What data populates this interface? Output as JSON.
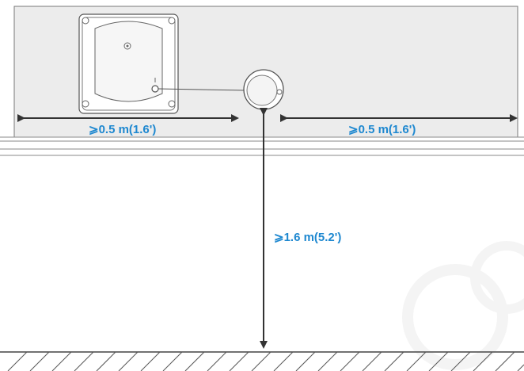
{
  "colors": {
    "wall": "#ececec",
    "line": "#333333",
    "label": "#1e88d0",
    "device_fill": "#f4f4f4",
    "watermark": "#f3f3f3"
  },
  "labels": {
    "left_clearance": "⩾0.5 m(1.6')",
    "right_clearance": "⩾0.5 m(1.6')",
    "vertical_clearance": "⩾1.6 m(5.2')"
  },
  "icons": {
    "robot": "window-cleaning-robot-icon",
    "power_adapter": "safety-tether-ring-icon",
    "floor": "floor-hatching"
  }
}
